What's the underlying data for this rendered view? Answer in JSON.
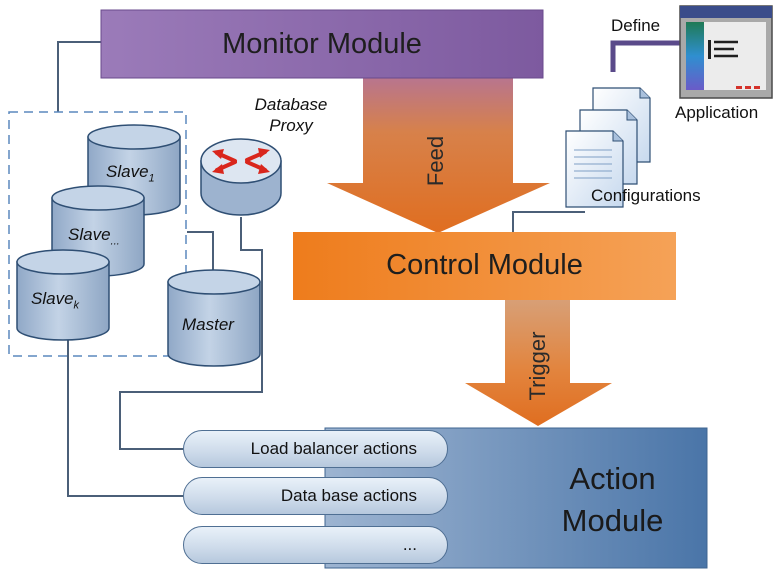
{
  "modules": {
    "monitor": "Monitor Module",
    "control": "Control Module",
    "action_line1": "Action",
    "action_line2": "Module"
  },
  "arrows": {
    "feed": "Feed",
    "trigger": "Trigger"
  },
  "labels": {
    "database_proxy_line1": "Database",
    "database_proxy_line2": "Proxy",
    "define": "Define",
    "application": "Application",
    "configurations": "Configurations"
  },
  "databases": {
    "slave_1": {
      "name": "Slave",
      "sub": "1"
    },
    "slave_dots": {
      "name": "Slave",
      "sub": "..."
    },
    "slave_k": {
      "name": "Slave",
      "sub": "k"
    },
    "master": "Master"
  },
  "actions": [
    "Load balancer actions",
    "Data base actions",
    "..."
  ],
  "colors": {
    "monitor": "#8e6aad",
    "control": "#ec7a24",
    "action": "#4a75a8",
    "arrow": "#dd7a3a",
    "cylinder": "#a9bed6",
    "line": "#4b5f78"
  }
}
